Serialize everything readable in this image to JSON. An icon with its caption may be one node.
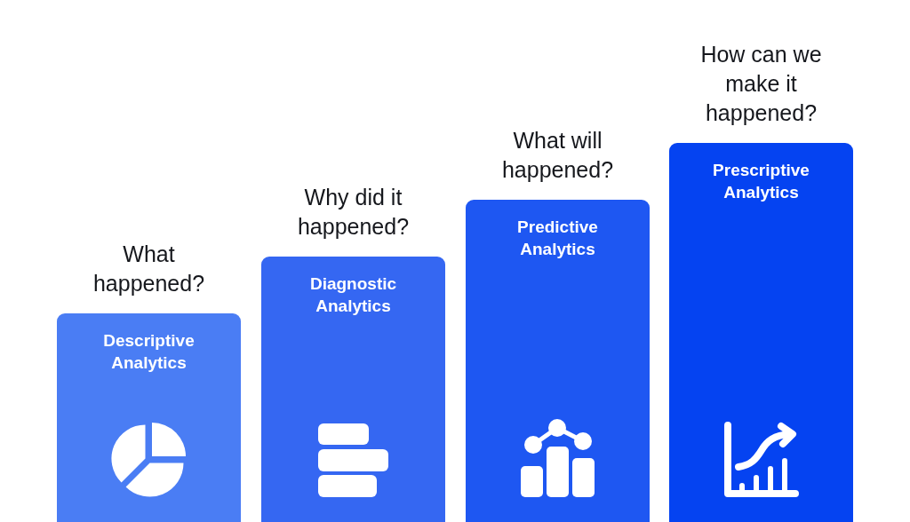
{
  "diagram": {
    "nodes": [
      {
        "text": [
          "Descriptive Analytics"
        ],
        "beside": [
          "What happened?"
        ]
      },
      {
        "text": [
          "Diagnostic Analytics"
        ],
        "beside": [
          "Why did it happened?"
        ]
      },
      {
        "text": [
          "Predictive Analytics"
        ],
        "beside": [
          "What will happened?"
        ]
      },
      {
        "text": [
          "Prescriptive Analytics"
        ],
        "beside": [
          "How can we make it happened?"
        ]
      }
    ]
  }
}
